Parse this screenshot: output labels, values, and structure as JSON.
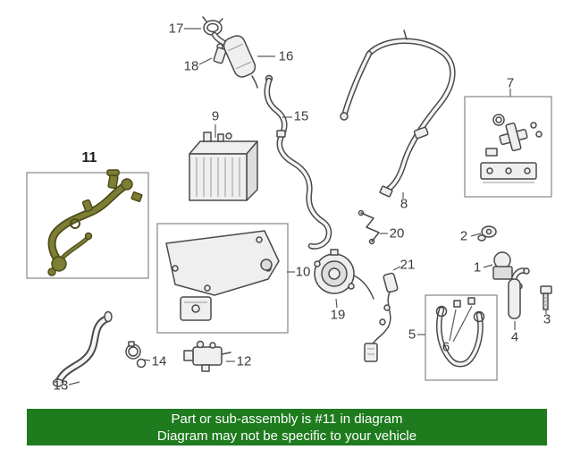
{
  "diagram": {
    "highlighted_part": "11",
    "highlight_color": "#7d7d33",
    "highlight_outline": "#4c4c1d",
    "line_color": "#4a4a4a",
    "callouts": [
      {
        "label": "1"
      },
      {
        "label": "2"
      },
      {
        "label": "3"
      },
      {
        "label": "4"
      },
      {
        "label": "5"
      },
      {
        "label": "6"
      },
      {
        "label": "7"
      },
      {
        "label": "8"
      },
      {
        "label": "9"
      },
      {
        "label": "10"
      },
      {
        "label": "11"
      },
      {
        "label": "12"
      },
      {
        "label": "13"
      },
      {
        "label": "14"
      },
      {
        "label": "15"
      },
      {
        "label": "16"
      },
      {
        "label": "17"
      },
      {
        "label": "18"
      },
      {
        "label": "19"
      },
      {
        "label": "20"
      },
      {
        "label": "21"
      }
    ]
  },
  "banner": {
    "line1": "Part or sub-assembly is #11 in diagram",
    "line2": "Diagram may not be specific to your vehicle",
    "background": "#1e7b1e",
    "text_color": "#ffffff"
  }
}
